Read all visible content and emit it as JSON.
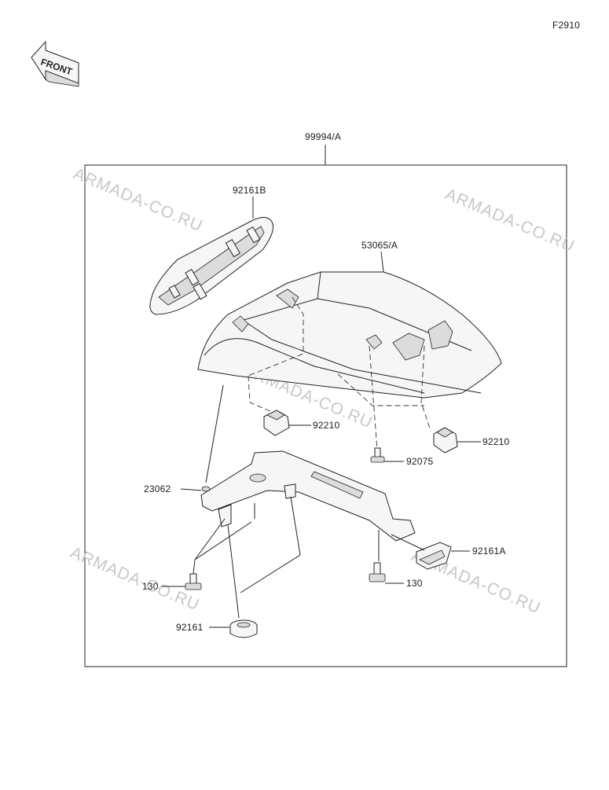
{
  "figure_code": "F2910",
  "front_label": "FRONT",
  "watermark": "ARMADA-CO.RU",
  "parts": {
    "assembly": "99994/A",
    "seat_cover": "53065/A",
    "pad_b": "92161B",
    "clip_left": "92210",
    "clip_right": "92210",
    "bolt_center": "92075",
    "bracket": "23062",
    "pad_a": "92161A",
    "bolt_left": "130",
    "bolt_right": "130",
    "damper": "92161"
  },
  "colors": {
    "line": "#222222",
    "watermark": "#c8c8c8",
    "background": "#ffffff"
  }
}
